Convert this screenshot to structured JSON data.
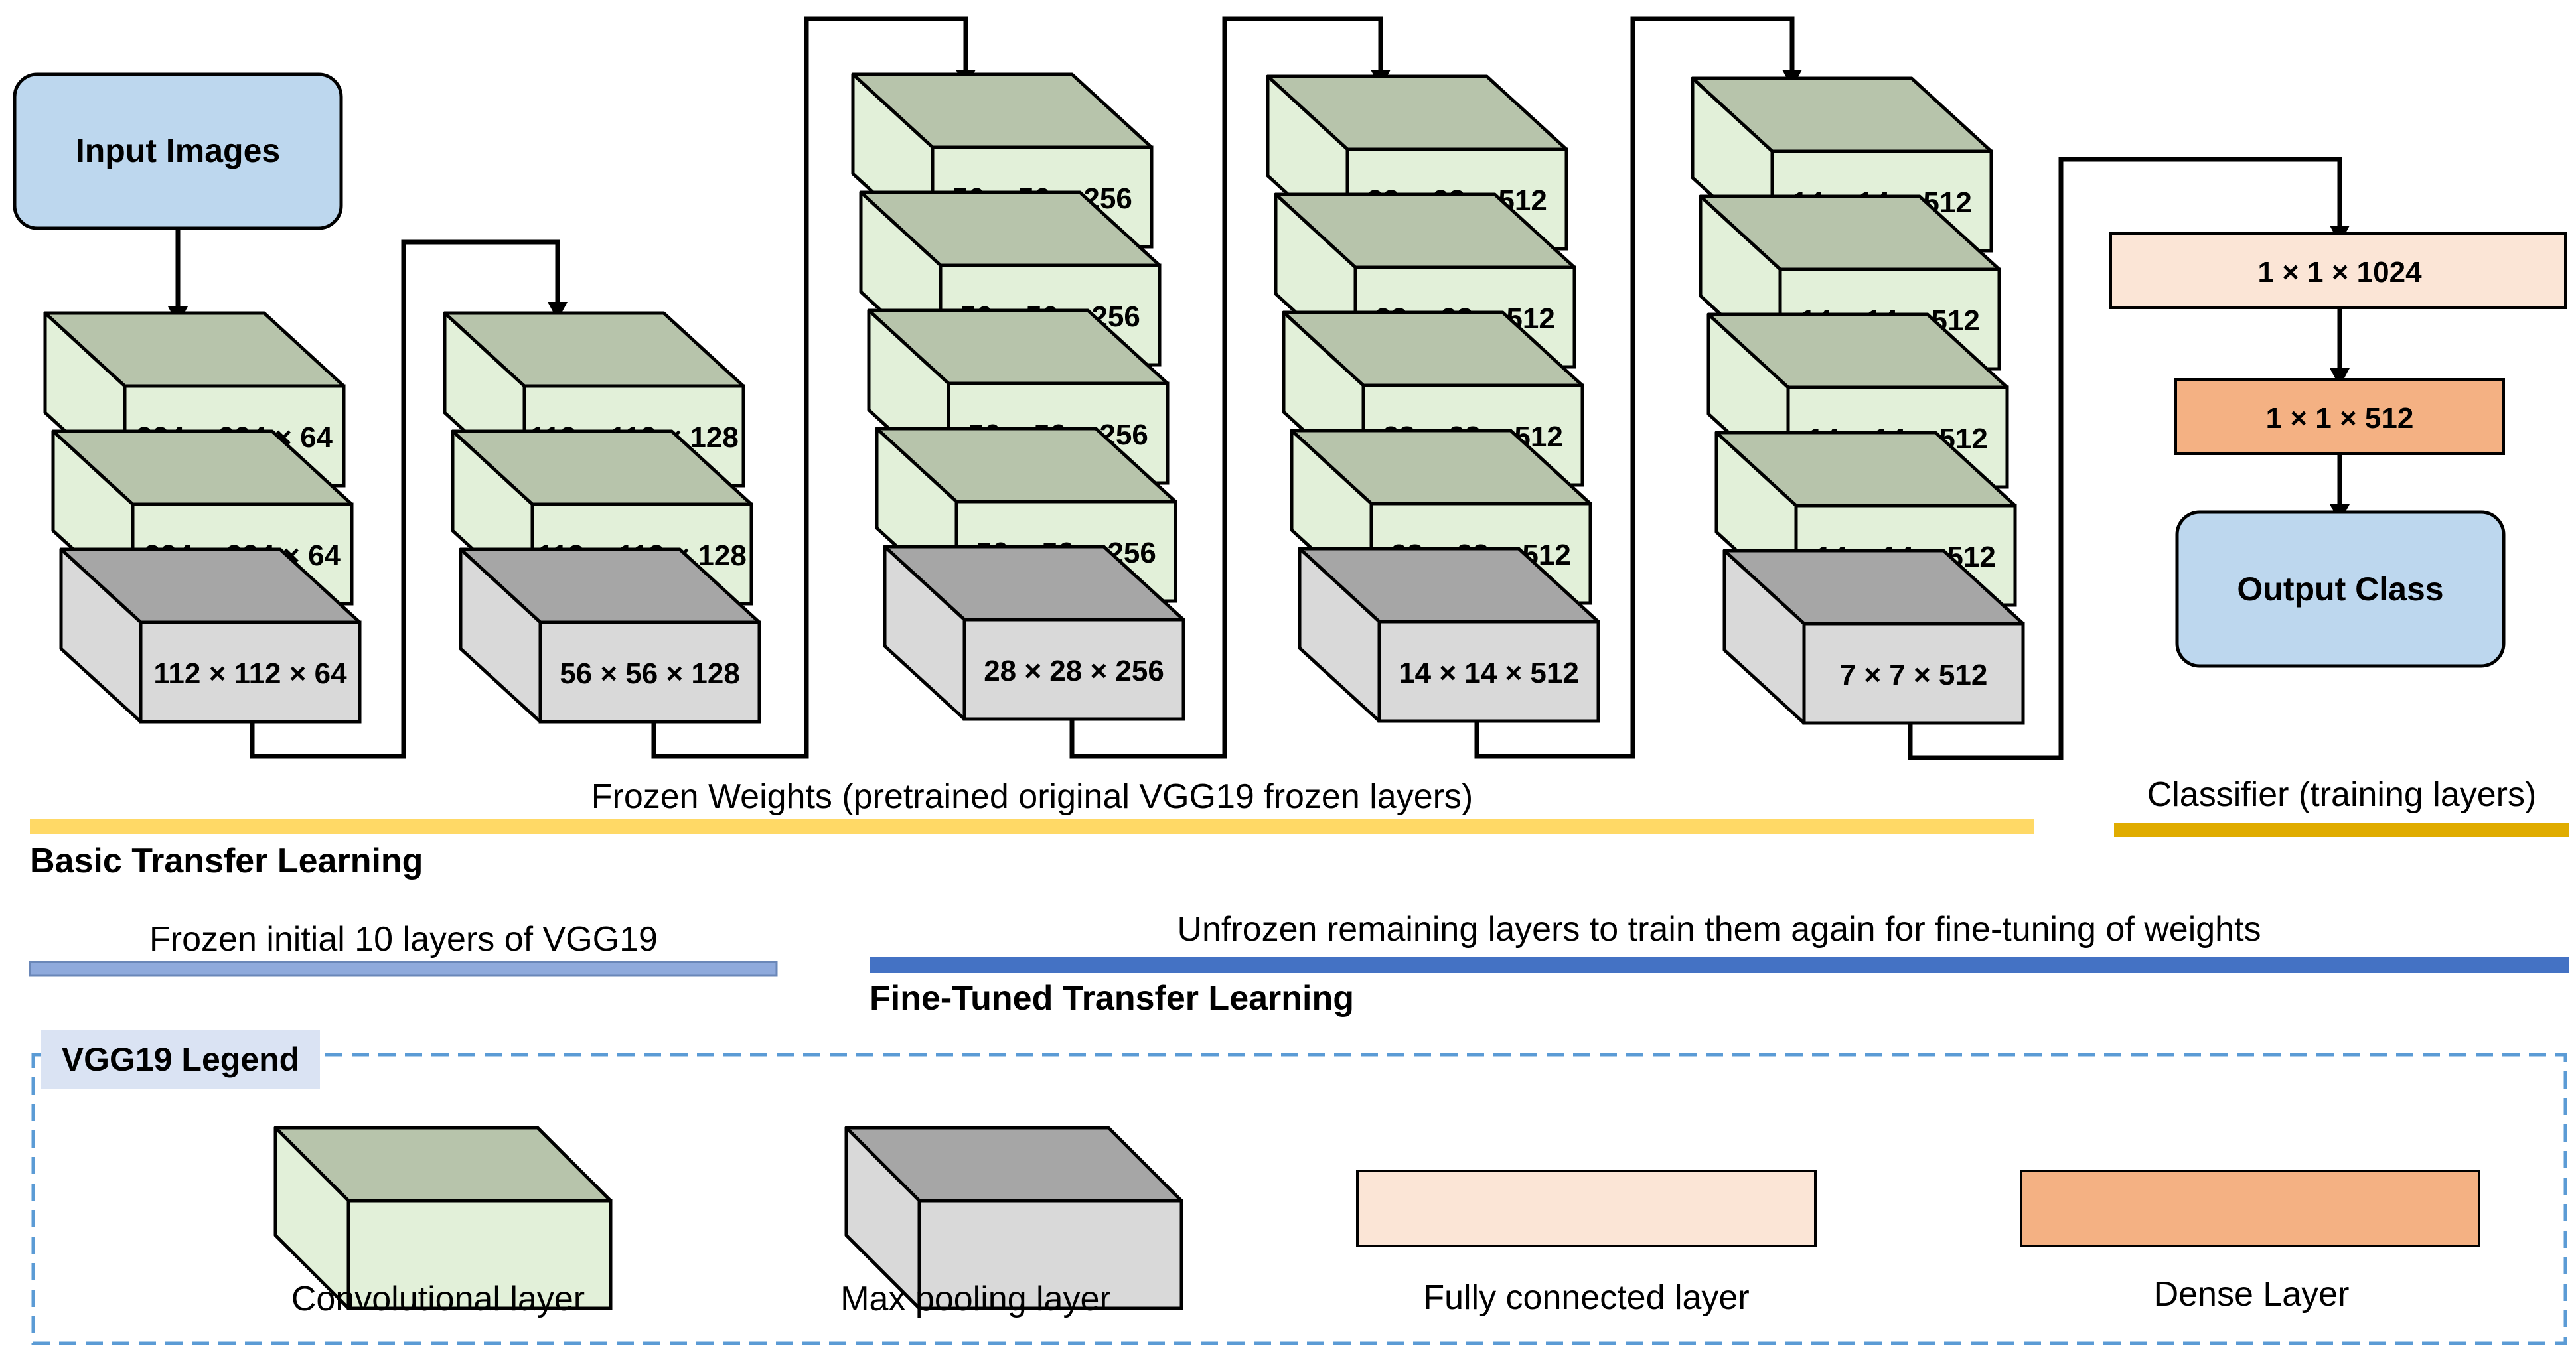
{
  "input_box": {
    "label": "Input Images"
  },
  "output_box": {
    "label": "Output Class"
  },
  "blocks": [
    {
      "layers": [
        {
          "kind": "conv",
          "label": "224 × 224 × 64"
        },
        {
          "kind": "conv",
          "label": "224 × 224 × 64"
        },
        {
          "kind": "pool",
          "label": "112 × 112 × 64"
        }
      ]
    },
    {
      "layers": [
        {
          "kind": "conv",
          "label": "112 × 112 × 128"
        },
        {
          "kind": "conv",
          "label": "112 × 112 × 128"
        },
        {
          "kind": "pool",
          "label": "56 × 56 × 128"
        }
      ]
    },
    {
      "layers": [
        {
          "kind": "conv",
          "label": "56 × 56 × 256"
        },
        {
          "kind": "conv",
          "label": "56 × 56 × 256"
        },
        {
          "kind": "conv",
          "label": "56 × 56 × 256"
        },
        {
          "kind": "conv",
          "label": "56 × 56 × 256"
        },
        {
          "kind": "pool",
          "label": "28 × 28 × 256"
        }
      ]
    },
    {
      "layers": [
        {
          "kind": "conv",
          "label": "28 × 28 × 512"
        },
        {
          "kind": "conv",
          "label": "28 × 28 × 512"
        },
        {
          "kind": "conv",
          "label": "28 × 28 × 512"
        },
        {
          "kind": "conv",
          "label": "28 × 28 × 512"
        },
        {
          "kind": "pool",
          "label": "14 × 14 × 512"
        }
      ]
    },
    {
      "layers": [
        {
          "kind": "conv",
          "label": "14 × 14 × 512"
        },
        {
          "kind": "conv",
          "label": "14 × 14 × 512"
        },
        {
          "kind": "conv",
          "label": "14 × 14 × 512"
        },
        {
          "kind": "conv",
          "label": "14 × 14 × 512"
        },
        {
          "kind": "pool",
          "label": "7 × 7 × 512"
        }
      ]
    }
  ],
  "classifier": {
    "fc_label": "1 × 1 × 1024",
    "dense_label": "1 × 1 × 512"
  },
  "bars": {
    "frozen_weights": "Frozen Weights (pretrained original VGG19 frozen layers)",
    "classifier_training": "Classifier (training layers)",
    "frozen_initial": "Frozen initial 10 layers of VGG19",
    "unfrozen_remaining": "Unfrozen remaining layers to train them again for fine-tuning of weights"
  },
  "section_titles": {
    "basic": "Basic Transfer Learning",
    "fine_tuned": "Fine-Tuned Transfer Learning"
  },
  "legend": {
    "title": "VGG19 Legend",
    "items": {
      "conv": "Convolutional layer",
      "pool": "Max pooling layer",
      "fc": "Fully connected layer",
      "dense": "Dense Layer"
    }
  },
  "colors": {
    "input_fill": "#bdd7ee",
    "conv_top": "#b7c4ab",
    "conv_front": "#e2f0d9",
    "pool_top": "#a6a6a6",
    "pool_front": "#d9d9d9",
    "fc_fill": "#fbe5d6",
    "dense_fill": "#f4b183",
    "frozen_bar": "#ffd966",
    "classifier_bar": "#e0ac00",
    "frozen_initial_bar": "#8faadc",
    "unfrozen_bar": "#4472c4",
    "legend_border": "#5b9bd5",
    "legend_title_bg": "#dae3f3"
  }
}
